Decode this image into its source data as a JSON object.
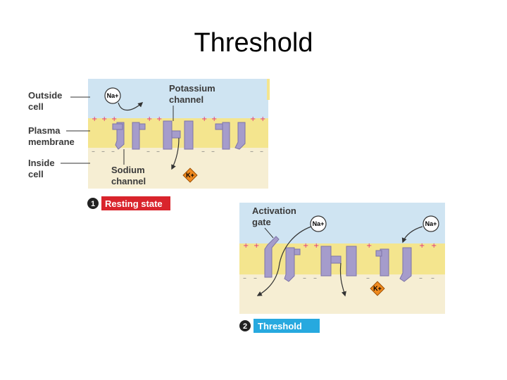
{
  "slide": {
    "title": "Threshold"
  },
  "panel1": {
    "labels": {
      "outside": [
        "Outside",
        "cell"
      ],
      "membrane": [
        "Plasma",
        "membrane"
      ],
      "inside": [
        "Inside",
        "cell"
      ],
      "potassium": [
        "Potassium",
        "channel"
      ],
      "sodium": [
        "Sodium",
        "channel"
      ]
    },
    "ions": {
      "na": "Na+",
      "k": "K+"
    },
    "step": {
      "number": "1",
      "label": "Resting state",
      "color": "#d9242c"
    }
  },
  "panel2": {
    "labels": {
      "activation": [
        "Activation",
        "gate"
      ]
    },
    "ions": {
      "na1": "Na+",
      "na2": "Na+",
      "k": "K+"
    },
    "step": {
      "number": "2",
      "label": "Threshold",
      "color": "#27a9df"
    }
  },
  "colors": {
    "extracellular": "#cfe4f2",
    "membrane": "#f4e58e",
    "intracellular": "#f6eed3",
    "channel": "#a59ccb",
    "positive": "#e0307a",
    "negative": "#777777",
    "k_ion": "#f08a1e"
  }
}
